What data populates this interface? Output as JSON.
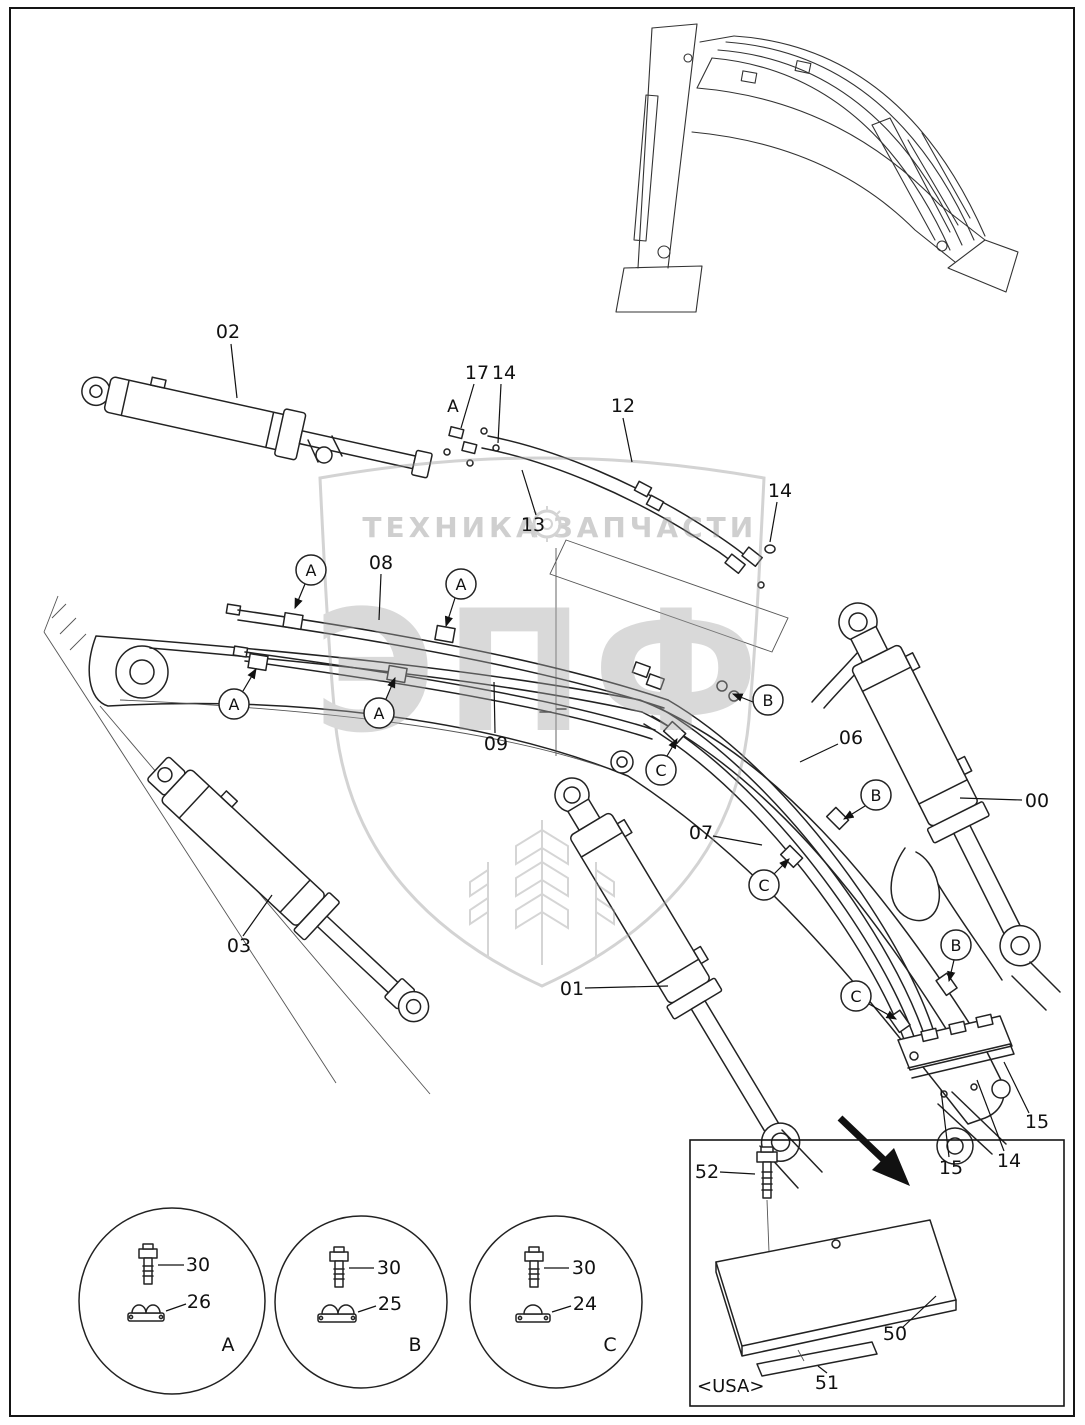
{
  "diagram": {
    "labels": {
      "n00": "00",
      "n01": "01",
      "n02": "02",
      "n03": "03",
      "n06": "06",
      "n07": "07",
      "n08": "08",
      "n09": "09",
      "n12": "12",
      "n13": "13",
      "n14": "14",
      "n15": "15",
      "n17": "17"
    },
    "markers": {
      "A": "A",
      "B": "B",
      "C": "C"
    }
  },
  "details": [
    {
      "letter": "A",
      "bolt": "30",
      "clamp": "26"
    },
    {
      "letter": "B",
      "bolt": "30",
      "clamp": "25"
    },
    {
      "letter": "C",
      "bolt": "30",
      "clamp": "24"
    }
  ],
  "usa_inset": {
    "bolt": "52",
    "plate": "50",
    "bar": "51",
    "region": "<USA>"
  },
  "watermark": {
    "left": "ТЕХНИКА",
    "right": "ЗАПЧАСТИ",
    "logo": "ЭПФ"
  }
}
